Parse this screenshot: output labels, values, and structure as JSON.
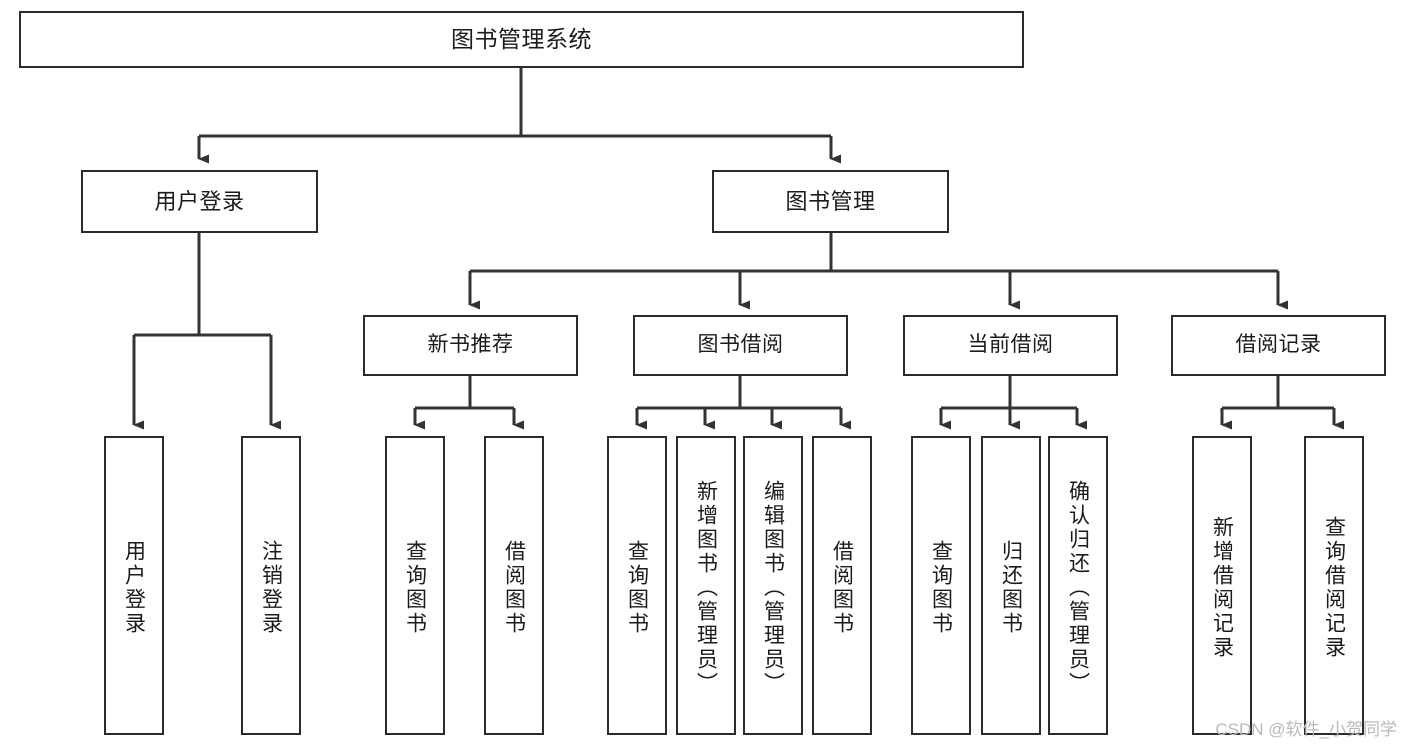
{
  "diagram": {
    "type": "tree-hierarchy-chart",
    "title": "图书管理系统",
    "colors": {
      "box_border": "#2b2b2b",
      "box_fill": "#ffffff",
      "connector": "#333333",
      "text": "#1b1b1b",
      "watermark": "#b9b9b9",
      "background": "#ffffff"
    },
    "root": {
      "label": "图书管理系统"
    },
    "level1": [
      {
        "label": "用户登录"
      },
      {
        "label": "图书管理"
      }
    ],
    "level2": [
      {
        "label": "新书推荐"
      },
      {
        "label": "图书借阅"
      },
      {
        "label": "当前借阅"
      },
      {
        "label": "借阅记录"
      }
    ],
    "leaves": {
      "user_login": [
        {
          "label": "用户登录"
        },
        {
          "label": "注销登录"
        }
      ],
      "new_book_recommend": [
        {
          "label": "查询图书"
        },
        {
          "label": "借阅图书"
        }
      ],
      "book_borrow": [
        {
          "label": "查询图书"
        },
        {
          "label": "新增图书（管理员）"
        },
        {
          "label": "编辑图书（管理员）"
        },
        {
          "label": "借阅图书"
        }
      ],
      "current_borrow": [
        {
          "label": "查询图书"
        },
        {
          "label": "归还图书"
        },
        {
          "label": "确认归还（管理员）"
        }
      ],
      "borrow_record": [
        {
          "label": "新增借阅记录"
        },
        {
          "label": "查询借阅记录"
        }
      ]
    },
    "watermark": "CSDN @软件_小贺同学"
  }
}
